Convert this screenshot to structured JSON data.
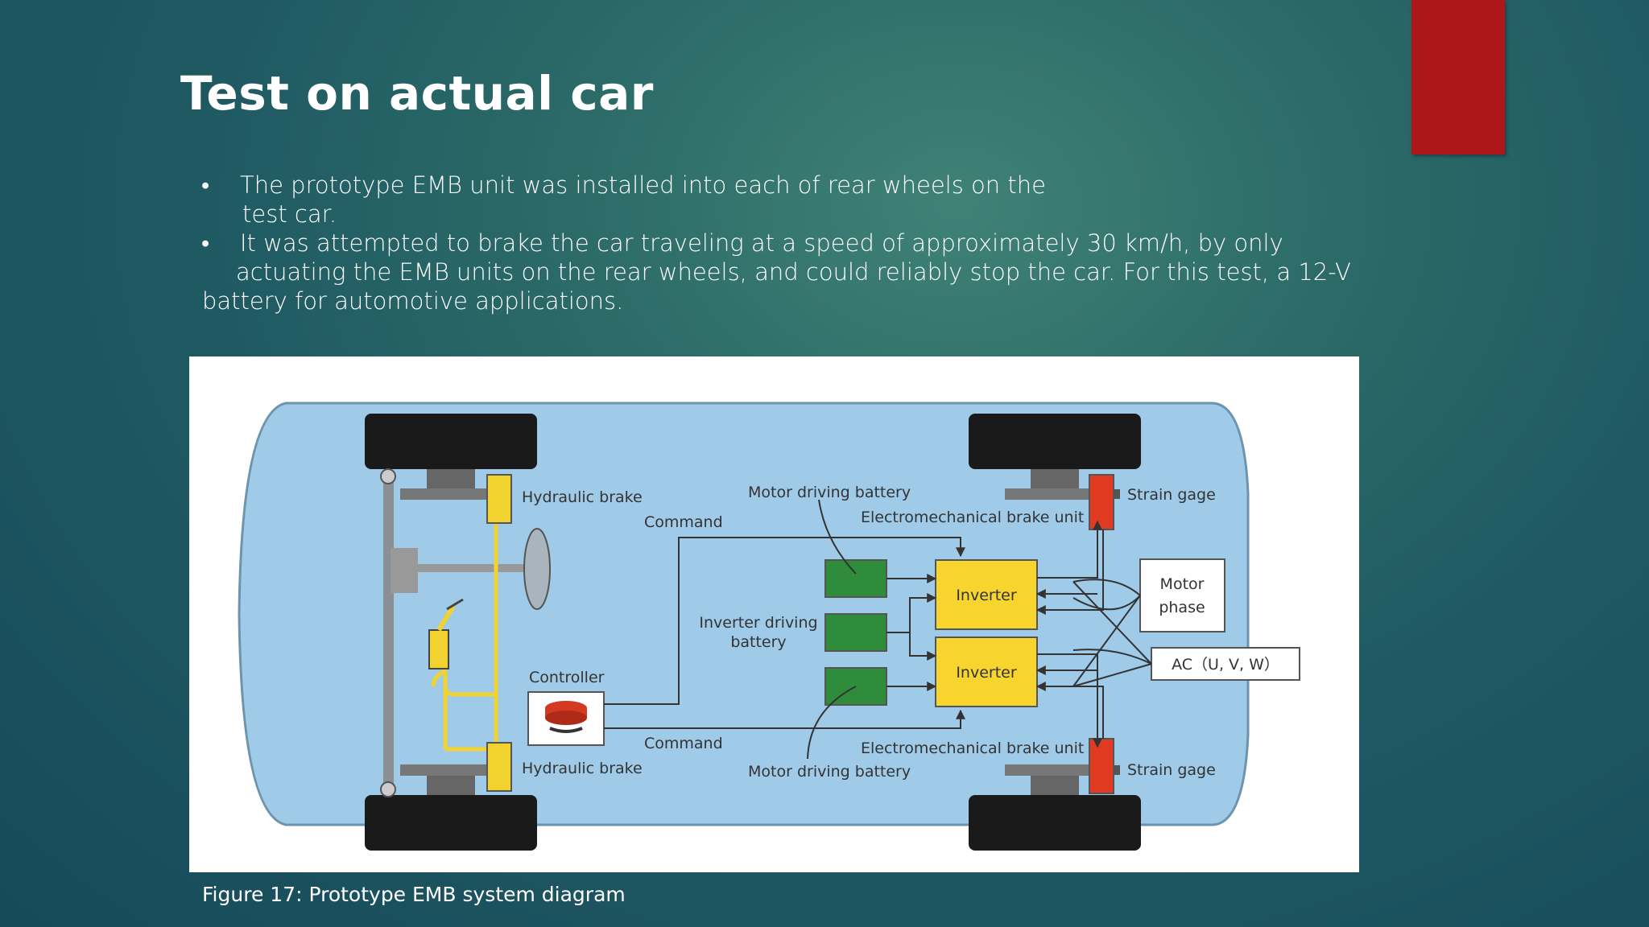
{
  "slide": {
    "title": "Test on actual car",
    "bullets": [
      {
        "marker": "•",
        "lines": [
          "The prototype EMB unit was installed into each of rear wheels on the",
          "test car."
        ]
      },
      {
        "marker": "•",
        "lines": [
          "It was attempted to brake the car traveling at a speed of approximately 30 km/h, by only",
          "actuating the EMB units on the rear wheels, and could reliably stop the car. For this test, a 12-V",
          "battery for automotive applications."
        ]
      }
    ],
    "caption": "Figure 17: Prototype EMB system diagram"
  },
  "diagram": {
    "labels": {
      "hydraulic_brake_top": "Hydraulic brake",
      "hydraulic_brake_bottom": "Hydraulic brake",
      "command_top": "Command",
      "command_bottom": "Command",
      "motor_battery_top": "Motor driving battery",
      "motor_battery_bottom": "Motor driving battery",
      "emb_unit_top": "Electromechanical brake unit",
      "emb_unit_bottom": "Electromechanical brake unit",
      "strain_gage_top": "Strain gage",
      "strain_gage_bottom": "Strain gage",
      "inverter_battery_1": "Inverter driving",
      "inverter_battery_2": "battery",
      "controller": "Controller",
      "inverter_top": "Inverter",
      "inverter_bottom": "Inverter",
      "motor_phase_1": "Motor",
      "motor_phase_2": "phase",
      "ac": "AC（U, V, W）"
    },
    "colors": {
      "body": "#9fcbe9",
      "tire": "#1a1a1a",
      "hydraulic": "#f2d22e",
      "emb": "#e03a22",
      "battery": "#2f8c3b",
      "inverter": "#f8d52e",
      "wire": "#333333"
    }
  }
}
